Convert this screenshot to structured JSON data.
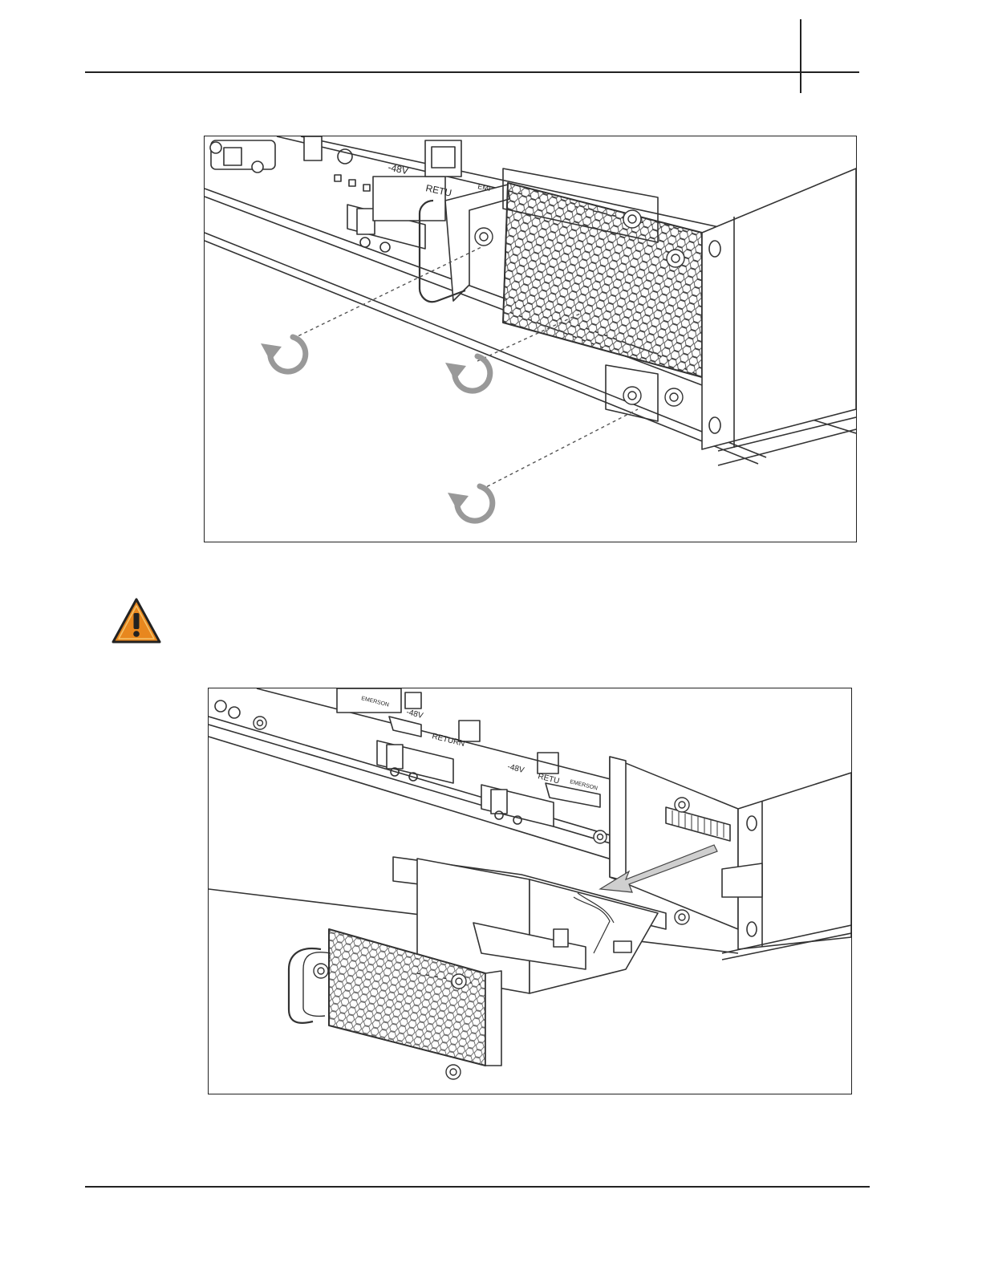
{
  "figure1": {
    "labels": {
      "voltage": "-48V",
      "return": "RETU",
      "brand": "EMI"
    }
  },
  "caution": {
    "icon": "warning-triangle-icon",
    "colors": {
      "fill": "#e8871e",
      "stroke": "#222222"
    }
  },
  "figure2": {
    "labels": {
      "voltage_a": "-48V",
      "return_a": "RETURN",
      "brand_a": "EMERSON",
      "voltage_b": "-48V",
      "return_b": "RETU",
      "brand_b": "EMERSON"
    }
  }
}
